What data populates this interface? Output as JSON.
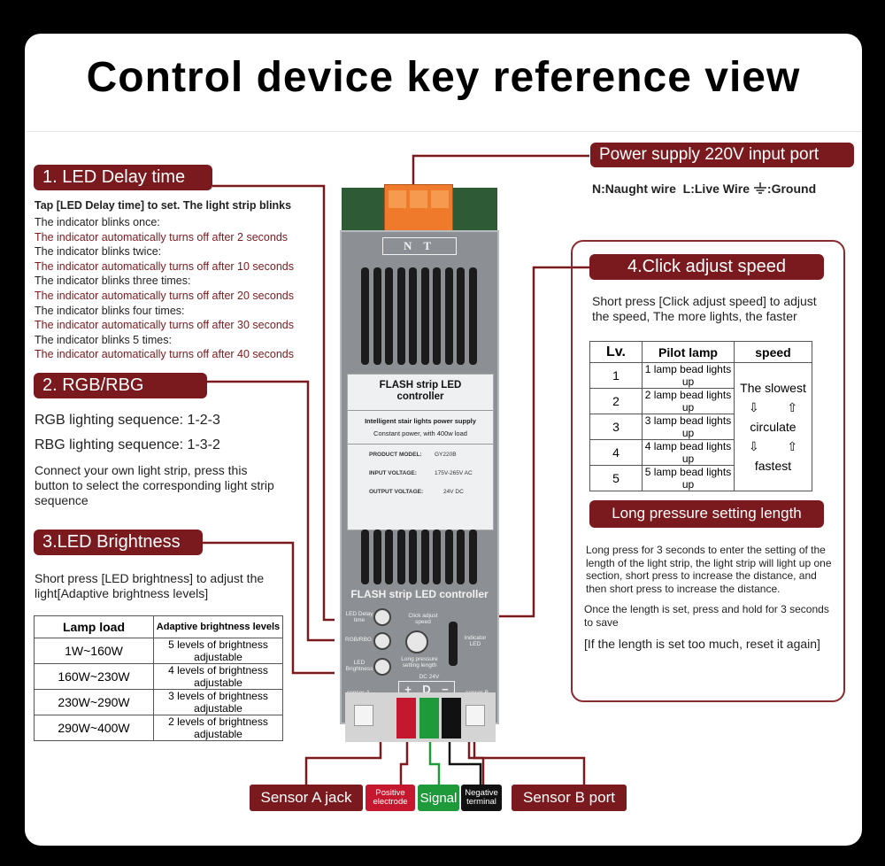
{
  "title": "Control device key reference view",
  "power": {
    "header": "Power supply 220V input port",
    "legend": "N:Naught wire  L:Live Wire",
    "ground": "Ground"
  },
  "delay": {
    "header": "1. LED Delay time",
    "intro": "Tap [LED Delay time] to set. The light strip blinks",
    "lines": [
      {
        "text": "The indicator blinks once:",
        "red": false
      },
      {
        "text": "The indicator automatically turns off after 2 seconds",
        "red": true
      },
      {
        "text": "The indicator blinks twice:",
        "red": false
      },
      {
        "text": "The indicator automatically turns off after 10 seconds",
        "red": true
      },
      {
        "text": "The indicator blinks three times:",
        "red": false
      },
      {
        "text": "The indicator automatically turns off after 20 seconds",
        "red": true
      },
      {
        "text": "The indicator blinks four times:",
        "red": false
      },
      {
        "text": "The indicator automatically turns off after 30 seconds",
        "red": true
      },
      {
        "text": "The indicator blinks 5 times:",
        "red": false
      },
      {
        "text": "The indicator automatically turns off after 40 seconds",
        "red": true
      }
    ]
  },
  "rgb": {
    "header": "2. RGB/RBG",
    "line1": "RGB lighting sequence: 1-2-3",
    "line2": "RBG lighting sequence: 1-3-2",
    "note": "Connect your own light strip, press this button to select the corresponding light strip sequence"
  },
  "brightness": {
    "header": "3.LED Brightness",
    "desc": "Short press [LED brightness] to adjust the light[Adaptive brightness levels]",
    "columns": [
      "Lamp load",
      "Adaptive brightness levels"
    ],
    "rows": [
      [
        "1W~160W",
        "5 levels of brightness adjustable"
      ],
      [
        "160W~230W",
        "4 levels of brightness adjustable"
      ],
      [
        "230W~290W",
        "3 levels of brightness adjustable"
      ],
      [
        "290W~400W",
        "2 levels of brightness adjustable"
      ]
    ]
  },
  "speed": {
    "header": "4.Click adjust speed",
    "desc": "Short press [Click adjust speed] to adjust the speed, The more lights, the faster",
    "columns": [
      "Lv.",
      "Pilot lamp",
      "speed"
    ],
    "rows": [
      [
        "1",
        "1 lamp bead lights up"
      ],
      [
        "2",
        "2 lamp bead lights up"
      ],
      [
        "3",
        "3 lamp bead lights up"
      ],
      [
        "4",
        "4 lamp bead lights up"
      ],
      [
        "5",
        "5 lamp bead lights up"
      ]
    ],
    "slowest": "The slowest",
    "circulate": "circulate",
    "fastest": "fastest",
    "arrow_down": "⇩",
    "arrow_up": "⇧"
  },
  "longpress": {
    "header": "Long pressure setting length",
    "p1": "Long press for 3 seconds to enter the setting of the length of the light strip, the light strip will light up one section, short press to increase the distance, and then short press to increase the distance.",
    "p2": "Once the length is set, press and hold for 3 seconds to save",
    "p3": "[If the length is set too much, reset it again]"
  },
  "device": {
    "logo": "N T",
    "plate_title": "FLASH strip LED controller",
    "plate_line1": "Intelligent stair lights power supply",
    "plate_line2": "Constant power, with 400w load",
    "model_label": "PRODUCT MODEL:",
    "model_value": "GY220B",
    "input_label": "INPUT VOLTAGE:",
    "input_value": "175V-265V AC",
    "output_label": "OUTPUT VOLTAGE:",
    "output_value": "24V DC",
    "name_strip": "FLASH strip LED controller",
    "lbl_delay": "LED Delay time",
    "lbl_rgb": "RGB/RBG",
    "lbl_bright": "LED Brightness",
    "lbl_click": "Click adjust speed",
    "lbl_long": "Long pressure setting length",
    "lbl_indicator": "Indicator LED",
    "lbl_dc": "DC 24V",
    "lbl_plus": "+",
    "lbl_d": "D",
    "lbl_minus": "−",
    "lbl_sensor_a": "sensor-A",
    "lbl_sensor_b": "sensor-B"
  },
  "bottom": {
    "sensor_a": "Sensor A jack",
    "positive": "Positive electrode",
    "signal": "Signal",
    "negative": "Negative terminal",
    "sensor_b": "Sensor B port"
  },
  "colors": {
    "accent": "#7a1a1e",
    "signal": "#1f9a3a",
    "positive": "#c5172d",
    "negative": "#111111"
  }
}
